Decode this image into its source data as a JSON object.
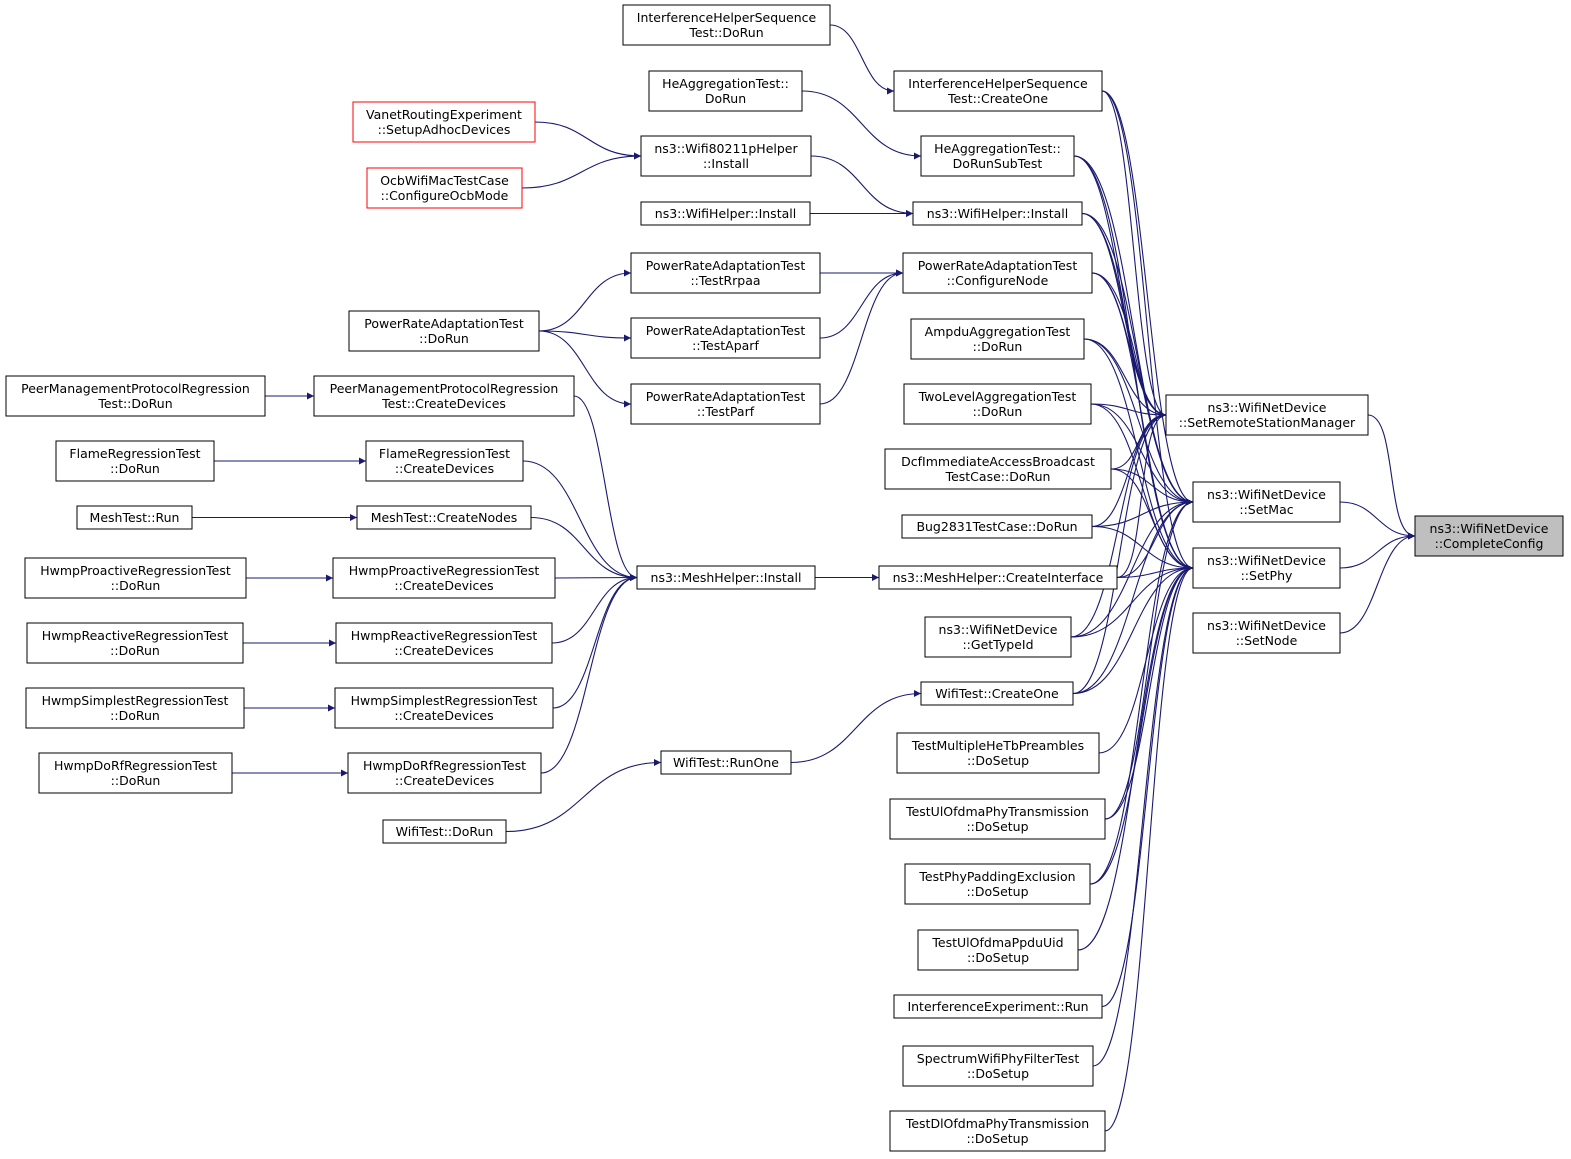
{
  "graph": {
    "colors": {
      "edge": "#191970",
      "node_border": "#000000",
      "undocumented_border": "#ff0000",
      "target_fill": "#bfbfbf"
    },
    "nodes": [
      {
        "id": "completeconfig",
        "lines": [
          "ns3::WifiNetDevice",
          "::CompleteConfig"
        ],
        "style": "target"
      },
      {
        "id": "setremotestationmanager",
        "lines": [
          "ns3::WifiNetDevice",
          "::SetRemoteStationManager"
        ]
      },
      {
        "id": "setmac",
        "lines": [
          "ns3::WifiNetDevice",
          "::SetMac"
        ]
      },
      {
        "id": "setphy",
        "lines": [
          "ns3::WifiNetDevice",
          "::SetPhy"
        ]
      },
      {
        "id": "setnode",
        "lines": [
          "ns3::WifiNetDevice",
          "::SetNode"
        ]
      },
      {
        "id": "ihs_createone",
        "lines": [
          "InterferenceHelperSequence",
          "Test::CreateOne"
        ]
      },
      {
        "id": "ihs_dorun",
        "lines": [
          "InterferenceHelperSequence",
          "Test::DoRun"
        ]
      },
      {
        "id": "heagg_dorunsubtest",
        "lines": [
          "HeAggregationTest::",
          "DoRunSubTest"
        ]
      },
      {
        "id": "heagg_dorun",
        "lines": [
          "HeAggregationTest::",
          "DoRun"
        ]
      },
      {
        "id": "wifihelper_install2",
        "lines": [
          "ns3::WifiHelper::Install"
        ]
      },
      {
        "id": "wifihelper_install1",
        "lines": [
          "ns3::WifiHelper::Install"
        ]
      },
      {
        "id": "wifi80211p_install",
        "lines": [
          "ns3::Wifi80211pHelper",
          "::Install"
        ]
      },
      {
        "id": "vanet_setup",
        "lines": [
          "VanetRoutingExperiment",
          "::SetupAdhocDevices"
        ],
        "style": "red"
      },
      {
        "id": "ocb_configure",
        "lines": [
          "OcbWifiMacTestCase",
          "::ConfigureOcbMode"
        ],
        "style": "red"
      },
      {
        "id": "pra_configurenode",
        "lines": [
          "PowerRateAdaptationTest",
          "::ConfigureNode"
        ]
      },
      {
        "id": "pra_testrrpaa",
        "lines": [
          "PowerRateAdaptationTest",
          "::TestRrpaa"
        ]
      },
      {
        "id": "pra_testaparf",
        "lines": [
          "PowerRateAdaptationTest",
          "::TestAparf"
        ]
      },
      {
        "id": "pra_testparf",
        "lines": [
          "PowerRateAdaptationTest",
          "::TestParf"
        ]
      },
      {
        "id": "pra_dorun",
        "lines": [
          "PowerRateAdaptationTest",
          "::DoRun"
        ]
      },
      {
        "id": "ampdu_dorun",
        "lines": [
          "AmpduAggregationTest",
          "::DoRun"
        ]
      },
      {
        "id": "twolevel_dorun",
        "lines": [
          "TwoLevelAggregationTest",
          "::DoRun"
        ]
      },
      {
        "id": "dcf_dorun",
        "lines": [
          "DcfImmediateAccessBroadcast",
          "TestCase::DoRun"
        ]
      },
      {
        "id": "bug2831_dorun",
        "lines": [
          "Bug2831TestCase::DoRun"
        ]
      },
      {
        "id": "meshhelper_createinterface",
        "lines": [
          "ns3::MeshHelper::CreateInterface"
        ]
      },
      {
        "id": "gettypeid",
        "lines": [
          "ns3::WifiNetDevice",
          "::GetTypeId"
        ]
      },
      {
        "id": "wifitest_createone",
        "lines": [
          "WifiTest::CreateOne"
        ]
      },
      {
        "id": "testmultiplehetb",
        "lines": [
          "TestMultipleHeTbPreambles",
          "::DoSetup"
        ]
      },
      {
        "id": "testulofdmaphy",
        "lines": [
          "TestUlOfdmaPhyTransmission",
          "::DoSetup"
        ]
      },
      {
        "id": "testphypadding",
        "lines": [
          "TestPhyPaddingExclusion",
          "::DoSetup"
        ]
      },
      {
        "id": "testulofdmappdu",
        "lines": [
          "TestUlOfdmaPpduUid",
          "::DoSetup"
        ]
      },
      {
        "id": "interferenceexp_run",
        "lines": [
          "InterferenceExperiment::Run"
        ]
      },
      {
        "id": "spectrumfilter",
        "lines": [
          "SpectrumWifiPhyFilterTest",
          "::DoSetup"
        ]
      },
      {
        "id": "testdlofdmaphy",
        "lines": [
          "TestDlOfdmaPhyTransmission",
          "::DoSetup"
        ]
      },
      {
        "id": "meshhelper_install",
        "lines": [
          "ns3::MeshHelper::Install"
        ]
      },
      {
        "id": "wifitest_runone",
        "lines": [
          "WifiTest::RunOne"
        ]
      },
      {
        "id": "wifitest_dorun",
        "lines": [
          "WifiTest::DoRun"
        ]
      },
      {
        "id": "pmp_createdevices",
        "lines": [
          "PeerManagementProtocolRegression",
          "Test::CreateDevices"
        ]
      },
      {
        "id": "pmp_dorun",
        "lines": [
          "PeerManagementProtocolRegression",
          "Test::DoRun"
        ]
      },
      {
        "id": "flame_createdevices",
        "lines": [
          "FlameRegressionTest",
          "::CreateDevices"
        ]
      },
      {
        "id": "flame_dorun",
        "lines": [
          "FlameRegressionTest",
          "::DoRun"
        ]
      },
      {
        "id": "meshtest_createnodes",
        "lines": [
          "MeshTest::CreateNodes"
        ]
      },
      {
        "id": "meshtest_run",
        "lines": [
          "MeshTest::Run"
        ]
      },
      {
        "id": "hwmpproactive_createdevices",
        "lines": [
          "HwmpProactiveRegressionTest",
          "::CreateDevices"
        ]
      },
      {
        "id": "hwmpproactive_dorun",
        "lines": [
          "HwmpProactiveRegressionTest",
          "::DoRun"
        ]
      },
      {
        "id": "hwmpreactive_createdevices",
        "lines": [
          "HwmpReactiveRegressionTest",
          "::CreateDevices"
        ]
      },
      {
        "id": "hwmpreactive_dorun",
        "lines": [
          "HwmpReactiveRegressionTest",
          "::DoRun"
        ]
      },
      {
        "id": "hwmpsimplest_createdevices",
        "lines": [
          "HwmpSimplestRegressionTest",
          "::CreateDevices"
        ]
      },
      {
        "id": "hwmpsimplest_dorun",
        "lines": [
          "HwmpSimplestRegressionTest",
          "::DoRun"
        ]
      },
      {
        "id": "hwmpdorf_createdevices",
        "lines": [
          "HwmpDoRfRegressionTest",
          "::CreateDevices"
        ]
      },
      {
        "id": "hwmpdorf_dorun",
        "lines": [
          "HwmpDoRfRegressionTest",
          "::DoRun"
        ]
      }
    ],
    "edges": [
      {
        "from": "setremotestationmanager",
        "to": "completeconfig"
      },
      {
        "from": "setmac",
        "to": "completeconfig"
      },
      {
        "from": "setphy",
        "to": "completeconfig"
      },
      {
        "from": "setnode",
        "to": "completeconfig"
      },
      {
        "from": "ihs_createone",
        "to": "setremotestationmanager"
      },
      {
        "from": "ihs_createone",
        "to": "setmac"
      },
      {
        "from": "ihs_createone",
        "to": "setphy"
      },
      {
        "from": "heagg_dorunsubtest",
        "to": "setremotestationmanager"
      },
      {
        "from": "heagg_dorunsubtest",
        "to": "setmac"
      },
      {
        "from": "heagg_dorunsubtest",
        "to": "setphy"
      },
      {
        "from": "wifihelper_install2",
        "to": "setremotestationmanager"
      },
      {
        "from": "wifihelper_install2",
        "to": "setmac"
      },
      {
        "from": "wifihelper_install2",
        "to": "setphy"
      },
      {
        "from": "pra_configurenode",
        "to": "setremotestationmanager"
      },
      {
        "from": "pra_configurenode",
        "to": "setmac"
      },
      {
        "from": "pra_configurenode",
        "to": "setphy"
      },
      {
        "from": "ampdu_dorun",
        "to": "setremotestationmanager"
      },
      {
        "from": "ampdu_dorun",
        "to": "setmac"
      },
      {
        "from": "ampdu_dorun",
        "to": "setphy"
      },
      {
        "from": "twolevel_dorun",
        "to": "setremotestationmanager"
      },
      {
        "from": "twolevel_dorun",
        "to": "setmac"
      },
      {
        "from": "twolevel_dorun",
        "to": "setphy"
      },
      {
        "from": "dcf_dorun",
        "to": "setremotestationmanager"
      },
      {
        "from": "dcf_dorun",
        "to": "setmac"
      },
      {
        "from": "dcf_dorun",
        "to": "setphy"
      },
      {
        "from": "bug2831_dorun",
        "to": "setremotestationmanager"
      },
      {
        "from": "bug2831_dorun",
        "to": "setmac"
      },
      {
        "from": "bug2831_dorun",
        "to": "setphy"
      },
      {
        "from": "meshhelper_createinterface",
        "to": "setremotestationmanager"
      },
      {
        "from": "meshhelper_createinterface",
        "to": "setmac"
      },
      {
        "from": "meshhelper_createinterface",
        "to": "setphy"
      },
      {
        "from": "gettypeid",
        "to": "setremotestationmanager"
      },
      {
        "from": "gettypeid",
        "to": "setmac"
      },
      {
        "from": "gettypeid",
        "to": "setphy"
      },
      {
        "from": "wifitest_createone",
        "to": "setremotestationmanager"
      },
      {
        "from": "wifitest_createone",
        "to": "setmac"
      },
      {
        "from": "wifitest_createone",
        "to": "setphy"
      },
      {
        "from": "testmultiplehetb",
        "to": "setphy"
      },
      {
        "from": "testulofdmaphy",
        "to": "setmac"
      },
      {
        "from": "testulofdmaphy",
        "to": "setphy"
      },
      {
        "from": "testphypadding",
        "to": "setmac"
      },
      {
        "from": "testphypadding",
        "to": "setphy"
      },
      {
        "from": "testulofdmappdu",
        "to": "setphy"
      },
      {
        "from": "interferenceexp_run",
        "to": "setphy"
      },
      {
        "from": "spectrumfilter",
        "to": "setphy"
      },
      {
        "from": "testdlofdmaphy",
        "to": "setphy"
      },
      {
        "from": "ihs_dorun",
        "to": "ihs_createone"
      },
      {
        "from": "heagg_dorun",
        "to": "heagg_dorunsubtest"
      },
      {
        "from": "wifi80211p_install",
        "to": "wifihelper_install2"
      },
      {
        "from": "wifihelper_install1",
        "to": "wifihelper_install2"
      },
      {
        "from": "vanet_setup",
        "to": "wifi80211p_install"
      },
      {
        "from": "ocb_configure",
        "to": "wifi80211p_install"
      },
      {
        "from": "pra_testrrpaa",
        "to": "pra_configurenode"
      },
      {
        "from": "pra_testaparf",
        "to": "pra_configurenode"
      },
      {
        "from": "pra_testparf",
        "to": "pra_configurenode"
      },
      {
        "from": "pra_dorun",
        "to": "pra_testrrpaa"
      },
      {
        "from": "pra_dorun",
        "to": "pra_testaparf"
      },
      {
        "from": "pra_dorun",
        "to": "pra_testparf"
      },
      {
        "from": "meshhelper_install",
        "to": "meshhelper_createinterface"
      },
      {
        "from": "wifitest_runone",
        "to": "wifitest_createone"
      },
      {
        "from": "wifitest_dorun",
        "to": "wifitest_runone"
      },
      {
        "from": "pmp_createdevices",
        "to": "meshhelper_install"
      },
      {
        "from": "flame_createdevices",
        "to": "meshhelper_install"
      },
      {
        "from": "meshtest_createnodes",
        "to": "meshhelper_install"
      },
      {
        "from": "hwmpproactive_createdevices",
        "to": "meshhelper_install"
      },
      {
        "from": "hwmpreactive_createdevices",
        "to": "meshhelper_install"
      },
      {
        "from": "hwmpsimplest_createdevices",
        "to": "meshhelper_install"
      },
      {
        "from": "hwmpdorf_createdevices",
        "to": "meshhelper_install"
      },
      {
        "from": "pmp_dorun",
        "to": "pmp_createdevices"
      },
      {
        "from": "flame_dorun",
        "to": "flame_createdevices"
      },
      {
        "from": "meshtest_run",
        "to": "meshtest_createnodes"
      },
      {
        "from": "hwmpproactive_dorun",
        "to": "hwmpproactive_createdevices"
      },
      {
        "from": "hwmpreactive_dorun",
        "to": "hwmpreactive_createdevices"
      },
      {
        "from": "hwmpsimplest_dorun",
        "to": "hwmpsimplest_createdevices"
      },
      {
        "from": "hwmpdorf_dorun",
        "to": "hwmpdorf_createdevices"
      }
    ]
  }
}
